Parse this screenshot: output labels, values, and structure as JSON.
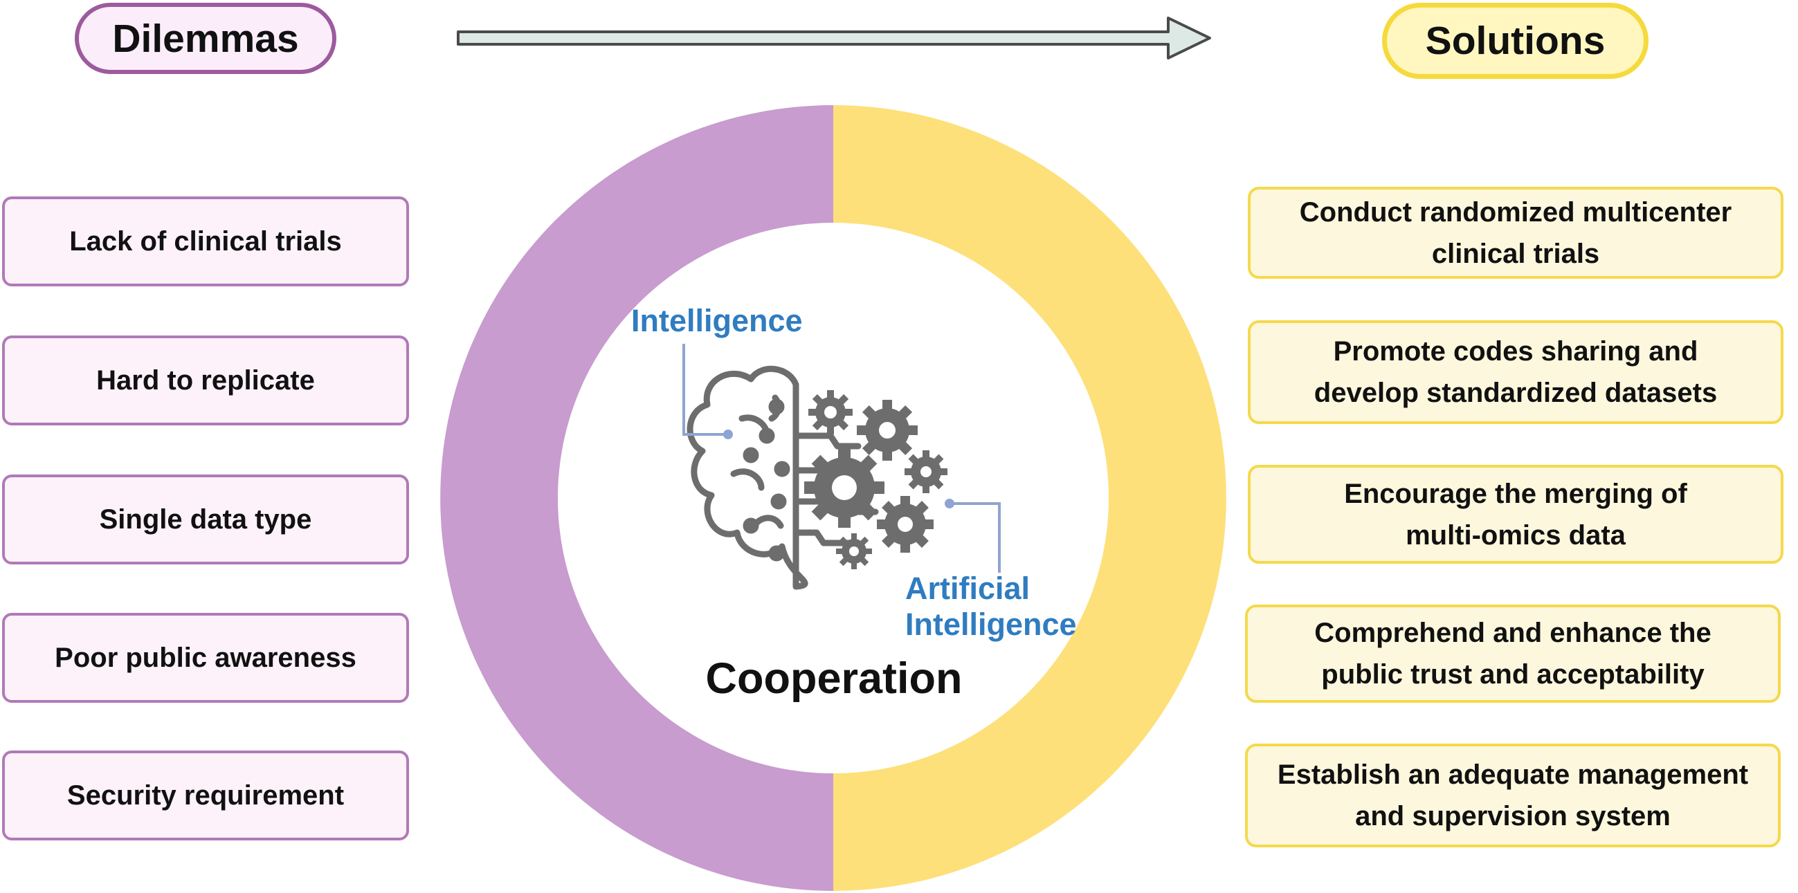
{
  "header": {
    "left_title": "Dilemmas",
    "right_title": "Solutions"
  },
  "dilemmas": [
    "Lack of clinical trials",
    "Hard to replicate",
    "Single data type",
    "Poor public awareness",
    "Security requirement"
  ],
  "solutions": [
    [
      "Conduct randomized multicenter",
      "clinical trials"
    ],
    [
      "Promote codes sharing and",
      "develop standardized datasets"
    ],
    [
      "Encourage the merging of",
      "multi-omics data"
    ],
    [
      "Comprehend and enhance the",
      "public trust and acceptability"
    ],
    [
      "Establish an adequate management",
      "and supervision system"
    ]
  ],
  "center": {
    "intelligence_label": "Intelligence",
    "ai_label_line1": "Artificial",
    "ai_label_line2": "Intelligence",
    "caption": "Cooperation",
    "icon": "brain-gears-icon"
  },
  "colors": {
    "purple": "#c89ccf",
    "yellow": "#fde07a",
    "blue": "#2f7cc0",
    "icon_gray": "#6d6d6d"
  }
}
